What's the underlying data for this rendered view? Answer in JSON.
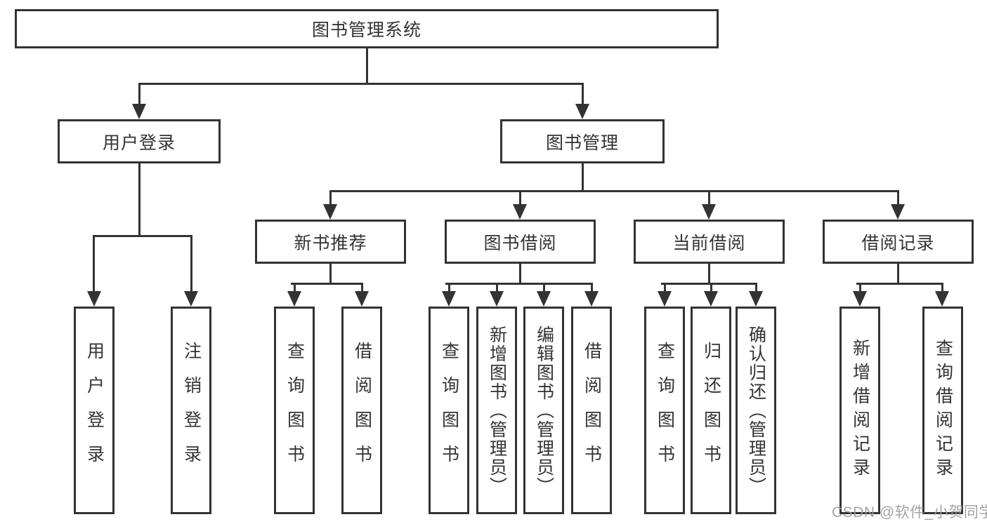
{
  "page": {
    "background_color": "#ffffff",
    "line_color": "#333333",
    "text_color": "#333333",
    "watermark": "CSDN @软件_小贺同学",
    "watermark_color": "#9b9b9b"
  },
  "tree": {
    "root": {
      "label": "图书管理系统",
      "children": [
        {
          "label": "用户登录",
          "children": [
            {
              "label": "用户登录"
            },
            {
              "label": "注销登录"
            }
          ]
        },
        {
          "label": "图书管理",
          "children": [
            {
              "label": "新书推荐",
              "children": [
                {
                  "label": "查询图书"
                },
                {
                  "label": "借阅图书"
                }
              ]
            },
            {
              "label": "图书借阅",
              "children": [
                {
                  "label": "查询图书"
                },
                {
                  "label": "新增图书（管理员）"
                },
                {
                  "label": "编辑图书（管理员）"
                },
                {
                  "label": "借阅图书"
                }
              ]
            },
            {
              "label": "当前借阅",
              "children": [
                {
                  "label": "查询图书"
                },
                {
                  "label": "归还图书"
                },
                {
                  "label": "确认归还（管理员）"
                }
              ]
            },
            {
              "label": "借阅记录",
              "children": [
                {
                  "label": "新增借阅记录"
                },
                {
                  "label": "查询借阅记录"
                }
              ]
            }
          ]
        }
      ]
    }
  }
}
